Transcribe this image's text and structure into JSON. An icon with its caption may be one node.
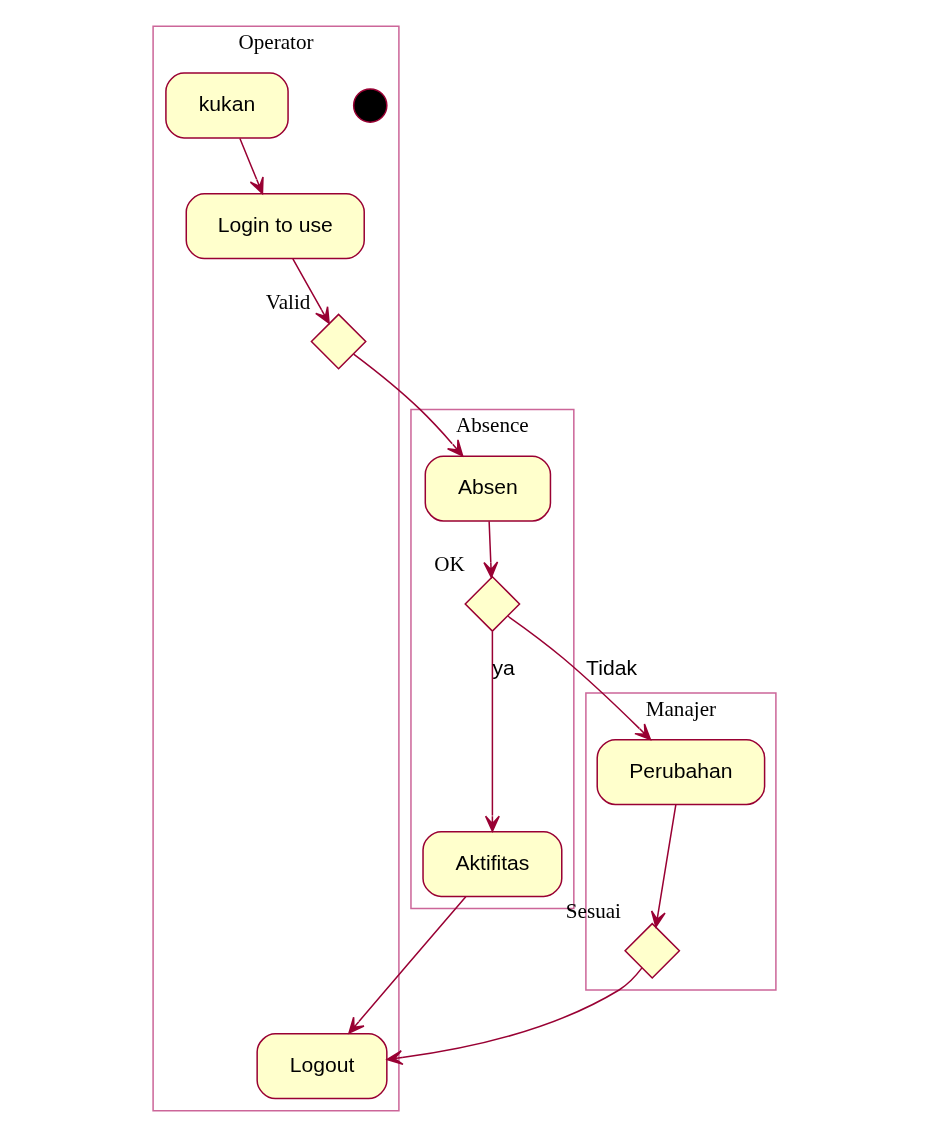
{
  "diagram": {
    "nodes": [
      {
        "text": [
          "Operator"
        ]
      },
      {
        "text": [
          "Absence"
        ]
      },
      {
        "text": [
          "Manajer"
        ]
      },
      {
        "text": [],
        "shape": "circle",
        "in": 0
      },
      {
        "text": [
          "kukan"
        ],
        "in": 0
      },
      {
        "text": [
          "Login to use"
        ],
        "in": 0
      },
      {
        "text": [],
        "shape": "diamond",
        "in": 0,
        "beside": [
          "Valid"
        ]
      },
      {
        "text": [
          "Absen"
        ],
        "in": 1
      },
      {
        "text": [],
        "shape": "diamond",
        "in": 1,
        "beside": [
          "OK"
        ]
      },
      {
        "text": [
          "Aktifitas"
        ],
        "in": 1
      },
      {
        "text": [
          "Perubahan"
        ],
        "in": 2
      },
      {
        "text": [],
        "shape": "diamond",
        "in": 2,
        "beside": [
          "Sesuai"
        ]
      },
      {
        "text": [
          "Logout"
        ],
        "in": 0
      }
    ],
    "edges": [
      {
        "from": 4,
        "to": 5,
        "arrow": "to"
      },
      {
        "from": 5,
        "to": 6,
        "arrow": "to"
      },
      {
        "from": 6,
        "to": 7,
        "arrow": "to"
      },
      {
        "from": 7,
        "to": 8,
        "arrow": "to"
      },
      {
        "from": 8,
        "to": 10,
        "arrow": "to",
        "label": "Tidak"
      },
      {
        "from": 8,
        "to": 9,
        "arrow": "to",
        "label": "ya"
      },
      {
        "from": 9,
        "to": 12,
        "arrow": "to"
      },
      {
        "from": 10,
        "to": 11,
        "arrow": "to"
      },
      {
        "from": 11,
        "to": 12,
        "arrow": "to"
      }
    ]
  }
}
